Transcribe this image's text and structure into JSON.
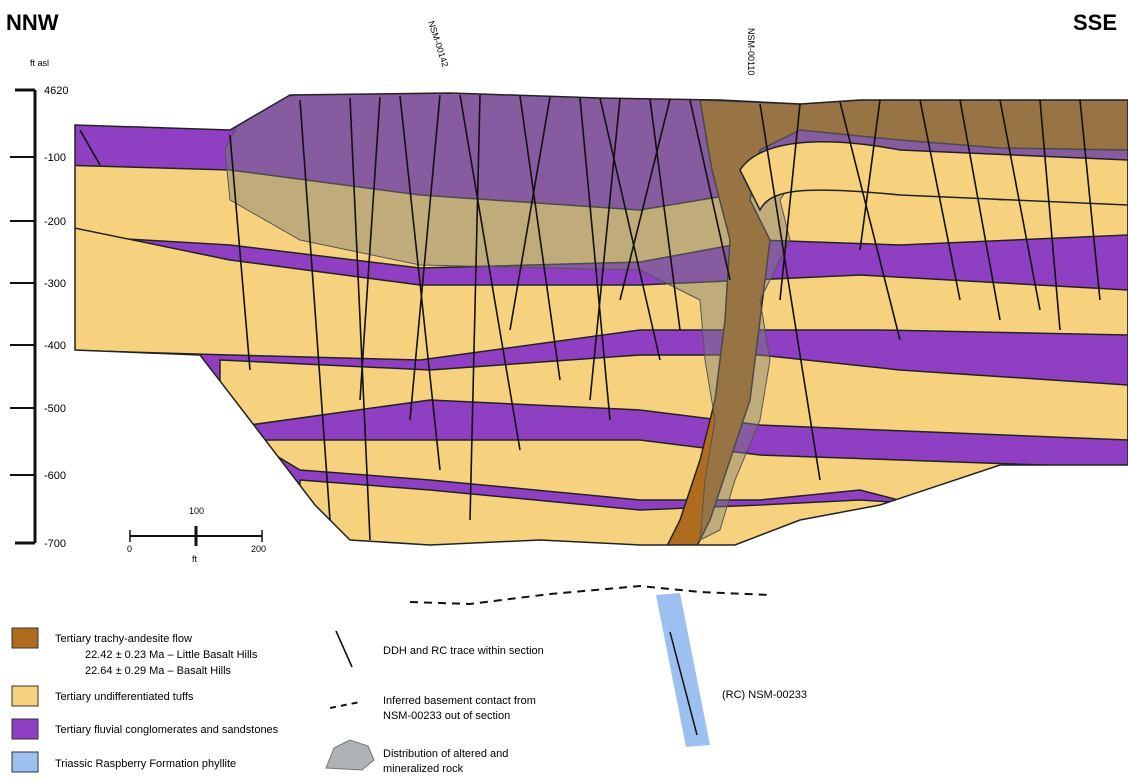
{
  "header": {
    "left_direction": "NNW",
    "right_direction": "SSE"
  },
  "axis": {
    "unit": "ft asl",
    "ticks": [
      "4620",
      "-100",
      "-200",
      "-300",
      "-400",
      "-500",
      "-600",
      "-700"
    ]
  },
  "drillholes": {
    "hole_a": "NSM-00142",
    "hole_b": "NSM-00110",
    "hole_c": "(RC) NSM-00233"
  },
  "scale_bar": {
    "mid": "100",
    "start": "0",
    "end": "200",
    "unit": "ft"
  },
  "colors": {
    "andesite": "#b06c1e",
    "tuff": "#f7d27e",
    "conglomerate": "#8e3fc2",
    "phyllite": "#9cc0f0",
    "alteration": "#8c8f88"
  },
  "legend": {
    "andesite": {
      "label": "Tertiary trachy-andesite flow",
      "date1": "22.42 ± 0.23 Ma – Little Basalt Hills",
      "date2": "22.64 ± 0.29 Ma – Basalt Hills"
    },
    "tuff": {
      "label": "Tertiary undifferentiated tuffs"
    },
    "conglomerate": {
      "label": "Tertiary fluvial conglomerates and sandstones"
    },
    "phyllite": {
      "label": "Triassic Raspberry Formation phyllite"
    },
    "trace": {
      "label": "DDH and RC trace within section"
    },
    "basement": {
      "line1": "Inferred basement contact from",
      "line2": "NSM-00233 out of section"
    },
    "alteration": {
      "line1": "Distribution of altered and",
      "line2": "mineralized rock"
    }
  }
}
